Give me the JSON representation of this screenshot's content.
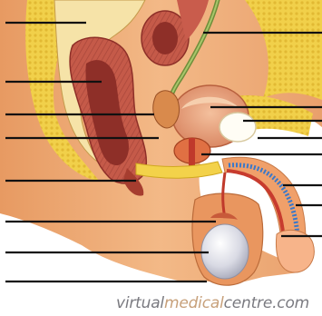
{
  "watermark": {
    "prefix": "virtual",
    "accent": "medical",
    "suffix": "centre.com"
  },
  "colors": {
    "skin": "#f2b27a",
    "fat": "#f3d24a",
    "muscle": "#c7604e",
    "organ_dark": "#8e2f28",
    "bladder": "#e8a37c",
    "testis": "#dcdce6",
    "leader_line": "#111111",
    "watermark_text": "#7a7a80",
    "watermark_accent": "#c7a07a"
  },
  "label_count": 14
}
